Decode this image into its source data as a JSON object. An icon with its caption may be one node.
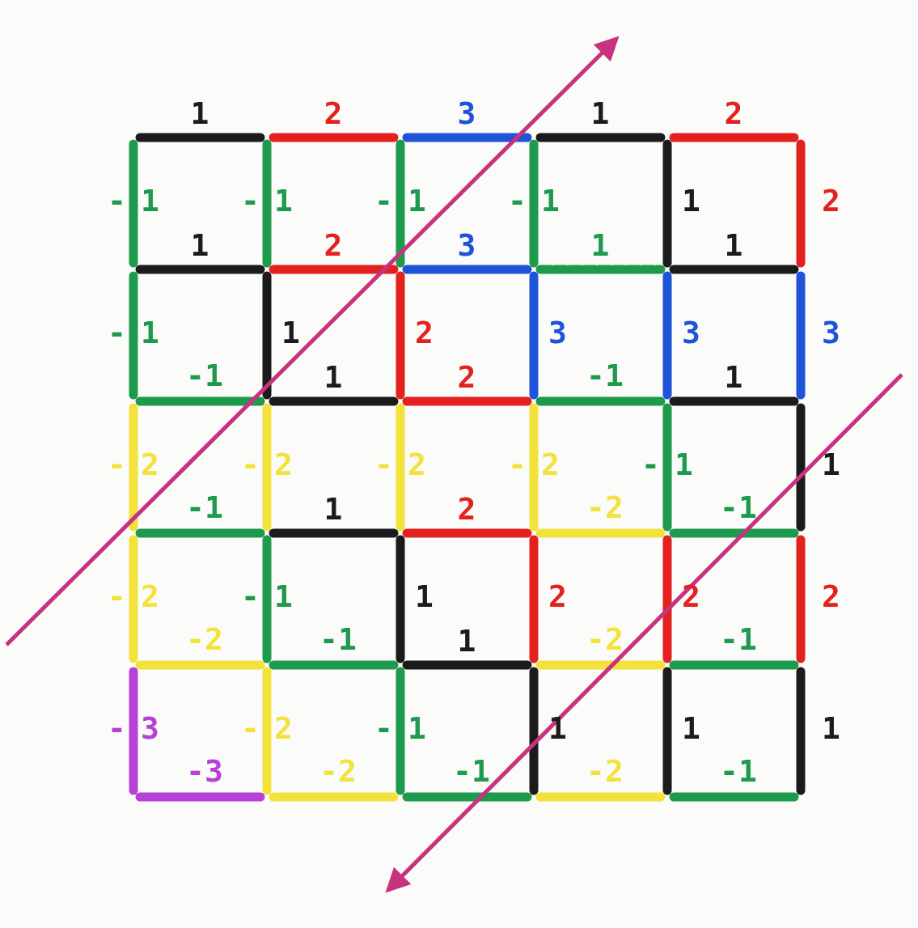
{
  "diagram": {
    "labels": [
      "1",
      "2",
      "3",
      "1",
      "2",
      "-1",
      "-1",
      "-1",
      "-1",
      "1",
      "2",
      "1",
      "2",
      "3",
      "1",
      "1",
      "-1",
      "1",
      "2",
      "3",
      "3",
      "3",
      "-1",
      "1",
      "2",
      "-1",
      "1",
      "-2",
      "-2",
      "-2",
      "-2",
      "-1",
      "1",
      "-1",
      "1",
      "2",
      "-2",
      "-1",
      "-2",
      "-1",
      "1",
      "2",
      "2",
      "2",
      "-2",
      "-1",
      "1",
      "-2",
      "-1",
      "-3",
      "-2",
      "-1",
      "1",
      "1",
      "1",
      "-3",
      "-2",
      "-1",
      "-2",
      "-1"
    ]
  }
}
